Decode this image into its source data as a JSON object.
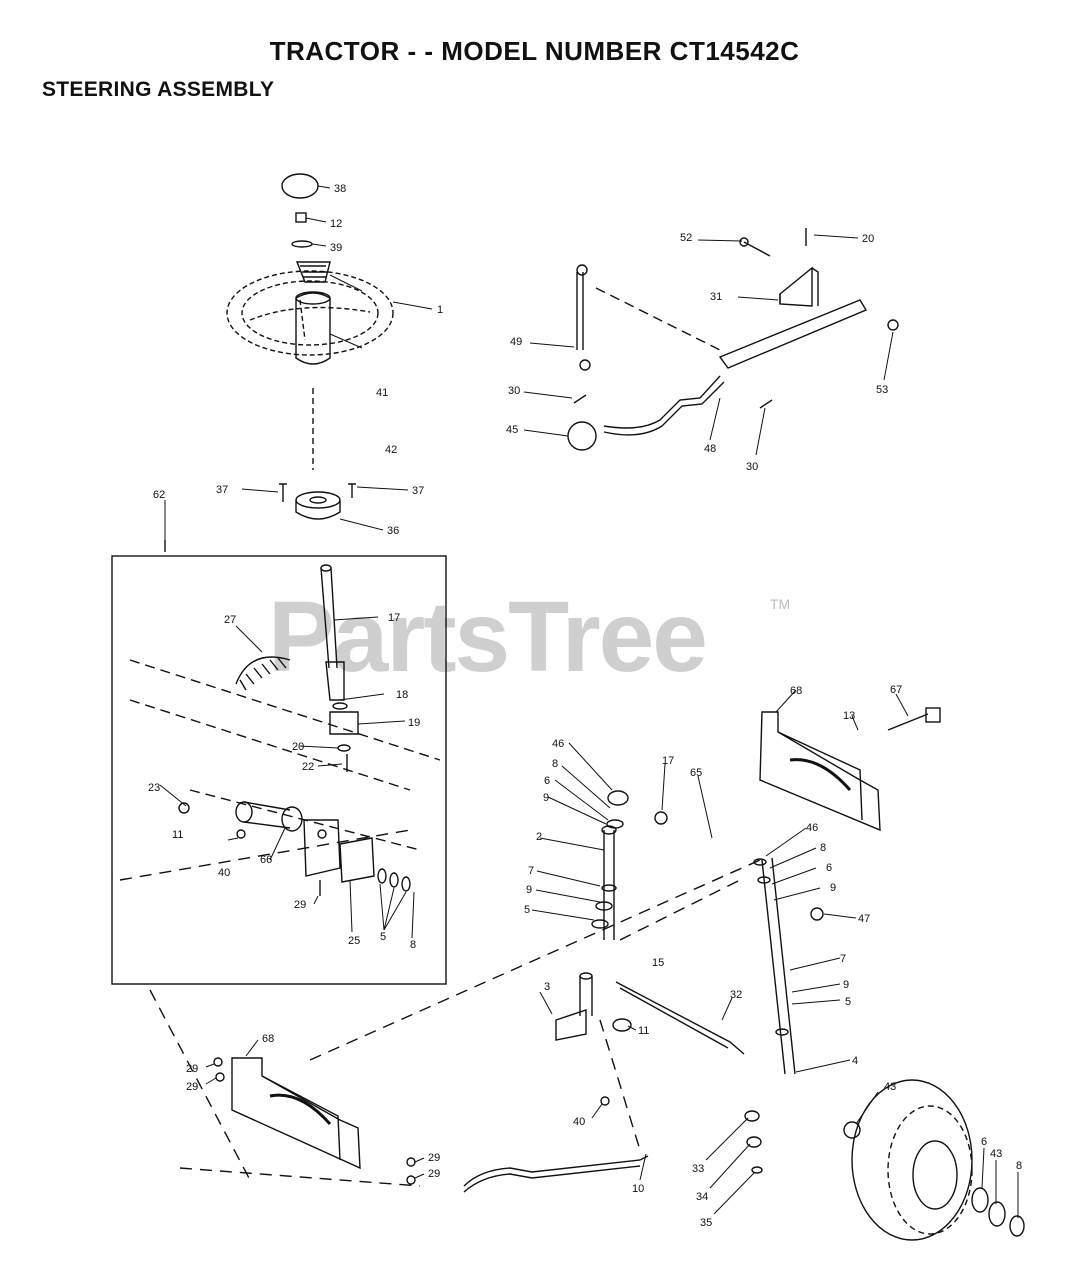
{
  "title": "TRACTOR - - MODEL NUMBER CT14542C",
  "subtitle": "STEERING ASSEMBLY",
  "watermark": "PartsTree",
  "watermark_tm": "TM",
  "callouts": [
    {
      "id": "c-38",
      "text": "38"
    },
    {
      "id": "c-12",
      "text": "12"
    },
    {
      "id": "c-39",
      "text": "39"
    },
    {
      "id": "c-1",
      "text": "1"
    },
    {
      "id": "c-41",
      "text": "41"
    },
    {
      "id": "c-42",
      "text": "42"
    },
    {
      "id": "c-37a",
      "text": "37"
    },
    {
      "id": "c-37b",
      "text": "37"
    },
    {
      "id": "c-36",
      "text": "36"
    },
    {
      "id": "c-62",
      "text": "62"
    },
    {
      "id": "c-27",
      "text": "27"
    },
    {
      "id": "c-17a",
      "text": "17"
    },
    {
      "id": "c-18",
      "text": "18"
    },
    {
      "id": "c-19",
      "text": "19"
    },
    {
      "id": "c-20a",
      "text": "20"
    },
    {
      "id": "c-22",
      "text": "22"
    },
    {
      "id": "c-23",
      "text": "23"
    },
    {
      "id": "c-11a",
      "text": "11"
    },
    {
      "id": "c-40a",
      "text": "40"
    },
    {
      "id": "c-66",
      "text": "66"
    },
    {
      "id": "c-29a",
      "text": "29"
    },
    {
      "id": "c-25",
      "text": "25"
    },
    {
      "id": "c-5a",
      "text": "5"
    },
    {
      "id": "c-8a",
      "text": "8"
    },
    {
      "id": "c-52",
      "text": "52"
    },
    {
      "id": "c-20b",
      "text": "20"
    },
    {
      "id": "c-31",
      "text": "31"
    },
    {
      "id": "c-49",
      "text": "49"
    },
    {
      "id": "c-30a",
      "text": "30"
    },
    {
      "id": "c-45",
      "text": "45"
    },
    {
      "id": "c-48",
      "text": "48"
    },
    {
      "id": "c-30b",
      "text": "30"
    },
    {
      "id": "c-53",
      "text": "53"
    },
    {
      "id": "c-68a",
      "text": "68"
    },
    {
      "id": "c-67",
      "text": "67"
    },
    {
      "id": "c-13",
      "text": "13"
    },
    {
      "id": "c-46a",
      "text": "46"
    },
    {
      "id": "c-8b",
      "text": "8"
    },
    {
      "id": "c-6a",
      "text": "6"
    },
    {
      "id": "c-9a",
      "text": "9"
    },
    {
      "id": "c-2",
      "text": "2"
    },
    {
      "id": "c-7a",
      "text": "7"
    },
    {
      "id": "c-9b",
      "text": "9"
    },
    {
      "id": "c-5b",
      "text": "5"
    },
    {
      "id": "c-17b",
      "text": "17"
    },
    {
      "id": "c-65",
      "text": "65"
    },
    {
      "id": "c-46b",
      "text": "46"
    },
    {
      "id": "c-8c",
      "text": "8"
    },
    {
      "id": "c-6b",
      "text": "6"
    },
    {
      "id": "c-9c",
      "text": "9"
    },
    {
      "id": "c-47",
      "text": "47"
    },
    {
      "id": "c-7b",
      "text": "7"
    },
    {
      "id": "c-9d",
      "text": "9"
    },
    {
      "id": "c-5c",
      "text": "5"
    },
    {
      "id": "c-15",
      "text": "15"
    },
    {
      "id": "c-3",
      "text": "3"
    },
    {
      "id": "c-32",
      "text": "32"
    },
    {
      "id": "c-11b",
      "text": "11"
    },
    {
      "id": "c-4",
      "text": "4"
    },
    {
      "id": "c-68b",
      "text": "68"
    },
    {
      "id": "c-29b",
      "text": "29"
    },
    {
      "id": "c-29c",
      "text": "29"
    },
    {
      "id": "c-40b",
      "text": "40"
    },
    {
      "id": "c-43a",
      "text": "43"
    },
    {
      "id": "c-29d",
      "text": "29"
    },
    {
      "id": "c-29e",
      "text": "29"
    },
    {
      "id": "c-33",
      "text": "33"
    },
    {
      "id": "c-6c",
      "text": "6"
    },
    {
      "id": "c-43b",
      "text": "43"
    },
    {
      "id": "c-8d",
      "text": "8"
    },
    {
      "id": "c-10",
      "text": "10"
    },
    {
      "id": "c-34",
      "text": "34"
    },
    {
      "id": "c-35",
      "text": "35"
    }
  ]
}
